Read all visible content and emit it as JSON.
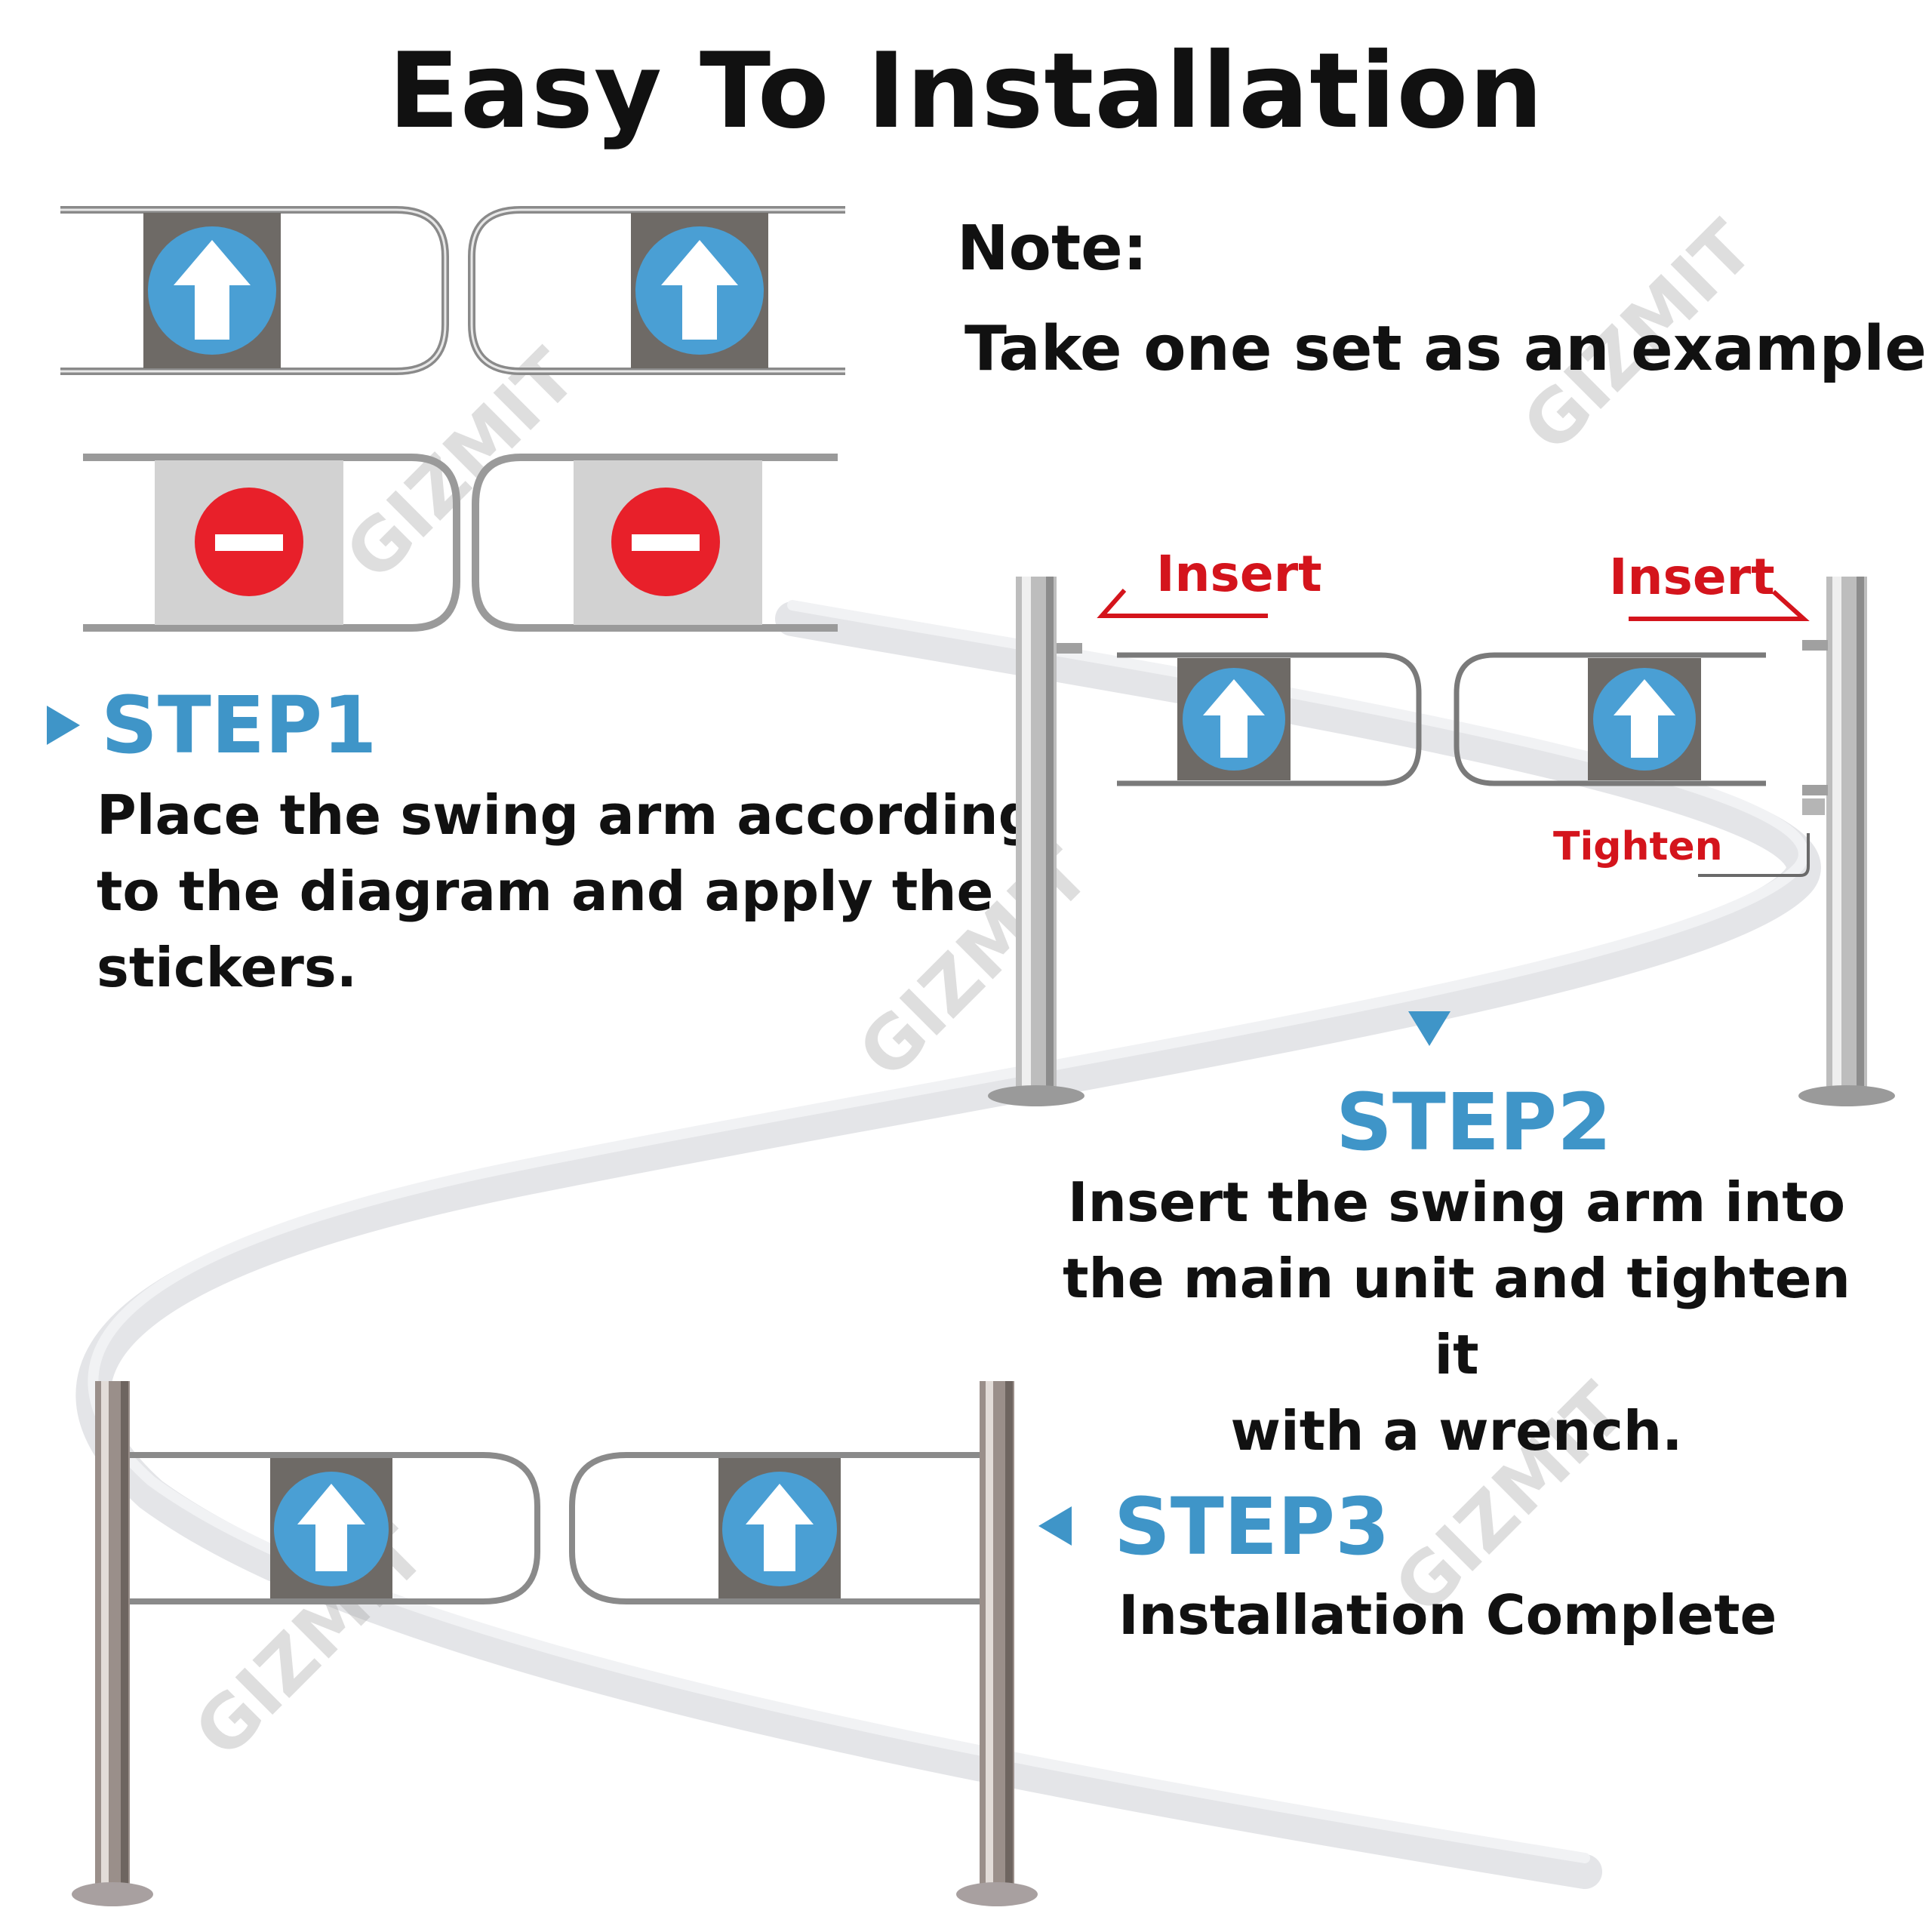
{
  "title": "Easy To Installation",
  "note": {
    "heading": "Note:",
    "text": "Take one set as an example"
  },
  "step1": {
    "label": "STEP1",
    "lines": [
      "Place the swing arm according",
      "to the diagram and apply the",
      "stickers."
    ]
  },
  "step2": {
    "label": "STEP2",
    "lines": [
      "Insert the swing arm into",
      "the main unit and tighten it",
      "with a wrench."
    ],
    "insert_left": "Insert",
    "insert_right": "Insert",
    "tighten": "Tighten"
  },
  "step3": {
    "label": "STEP3",
    "text": "Installation Complete"
  },
  "watermark": "GIZMIT",
  "colors": {
    "step_blue": "#3f95c8",
    "arrow_sign_blue": "#4a9fd4",
    "stop_red": "#e8202a",
    "label_red": "#d4141c",
    "panel_dark": "#6e6a66",
    "panel_light": "#d2d2d2"
  },
  "icons": [
    "arrow-up-sign-icon",
    "no-entry-sign-icon",
    "triangle-right-icon",
    "triangle-down-icon",
    "triangle-left-icon"
  ]
}
